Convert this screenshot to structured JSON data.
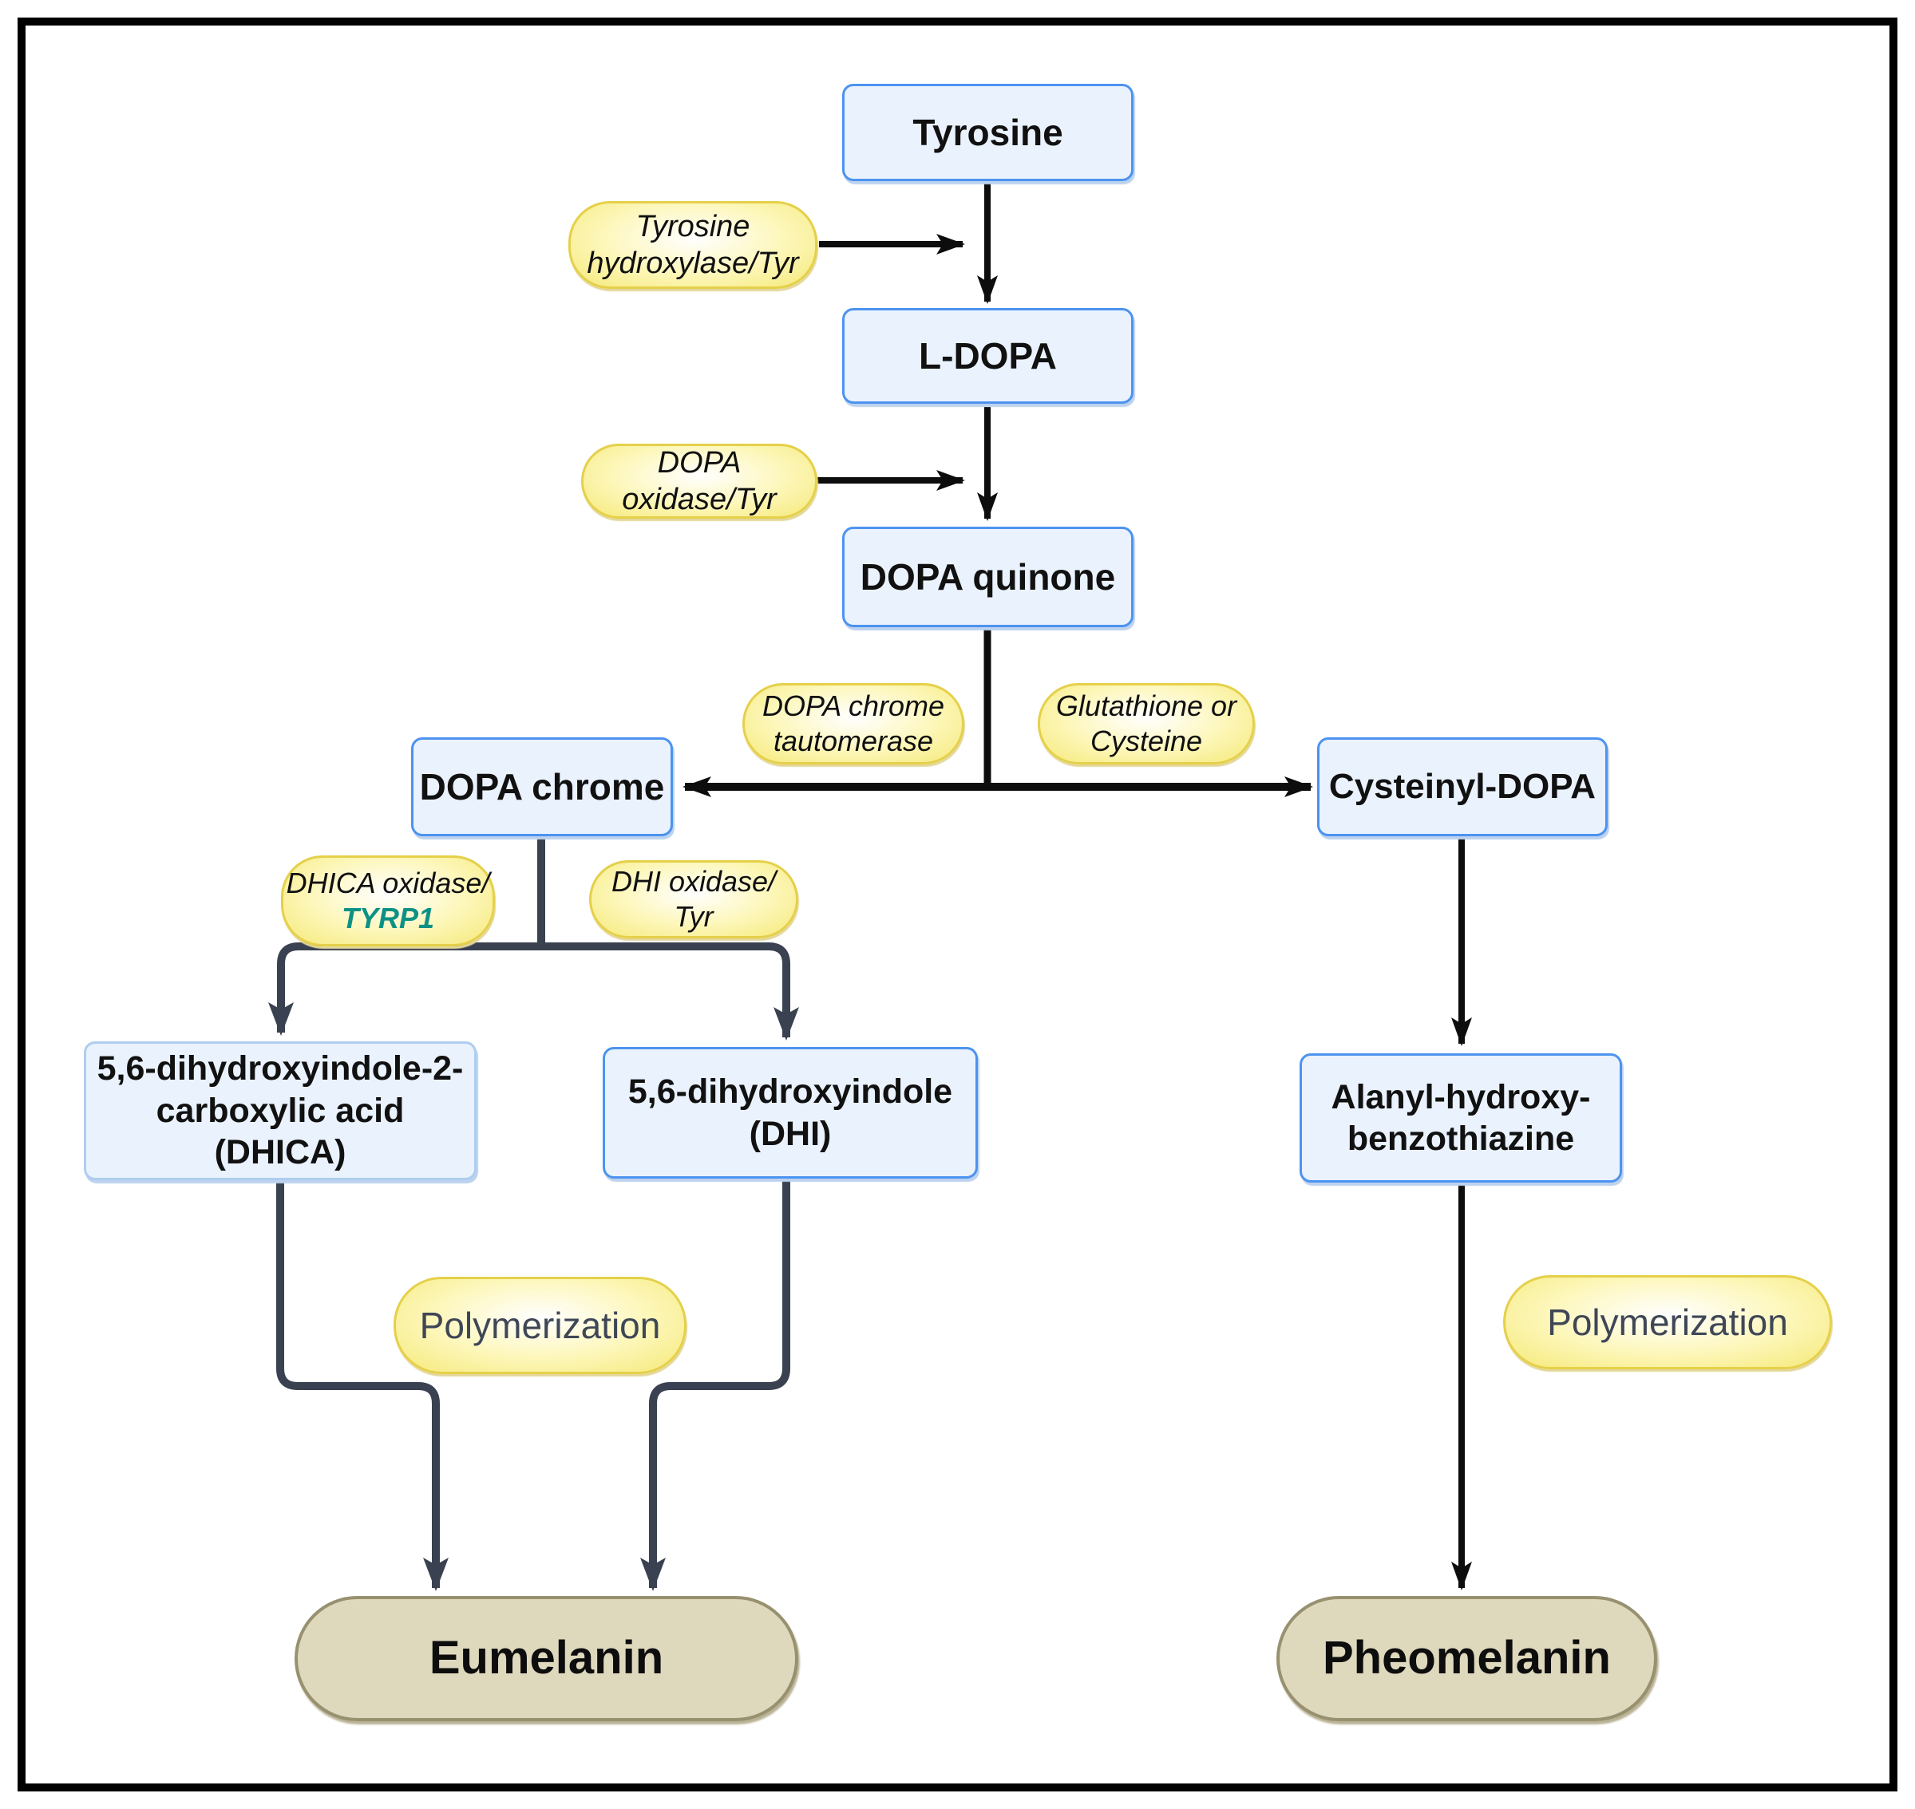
{
  "diagram": {
    "title_semantic": "Melanin synthesis pathway",
    "nodes": {
      "tyrosine": {
        "label": "Tyrosine"
      },
      "ldopa": {
        "label": "L-DOPA"
      },
      "dopa_quinone": {
        "label": "DOPA quinone"
      },
      "dopa_chrome": {
        "label": "DOPA chrome"
      },
      "cysteinyl_dopa": {
        "label": "Cysteinyl-DOPA"
      },
      "dhica": {
        "lines": [
          "5,6-dihydroxyindole-2-",
          "carboxylic acid",
          "(DHICA)"
        ]
      },
      "dhi": {
        "lines": [
          "5,6-dihydroxyindole",
          "(DHI)"
        ]
      },
      "alanyl": {
        "lines": [
          "Alanyl-hydroxy-",
          "benzothiazine"
        ]
      },
      "eumelanin": {
        "label": "Eumelanin"
      },
      "pheomelanin": {
        "label": "Pheomelanin"
      }
    },
    "enzyme_labels": {
      "tyrosine_hydroxylase": {
        "lines": [
          "Tyrosine",
          "hydroxylase/Tyr"
        ]
      },
      "dopa_oxidase": {
        "label": "DOPA oxidase/Tyr"
      },
      "dopa_chrome_tautomerase": {
        "lines": [
          "DOPA chrome",
          "tautomerase"
        ]
      },
      "glutathione": {
        "lines": [
          "Glutathione or",
          "Cysteine"
        ]
      },
      "dhica_oxidase": {
        "lines": [
          "DHICA oxidase/",
          "TYRP1"
        ]
      },
      "dhi_oxidase": {
        "label": "DHI oxidase/ Tyr"
      },
      "polymerization_left": {
        "label": "Polymerization"
      },
      "polymerization_right": {
        "label": "Polymerization"
      }
    },
    "colors": {
      "box_fill": "#eaf2fd",
      "box_border": "#4c93f0",
      "box_border_light": "#aecdf0",
      "pill_fill_edge": "#f5e979",
      "pill_border": "#e5d04a",
      "arrow_black": "#0d0d0d",
      "arrow_slate": "#3a4150",
      "tyrp1_green": "#0d9185",
      "product_fill": "#ded8bd",
      "product_border": "#989170",
      "polymerization_text": "#3f4756",
      "frame_border": "#000000"
    }
  }
}
